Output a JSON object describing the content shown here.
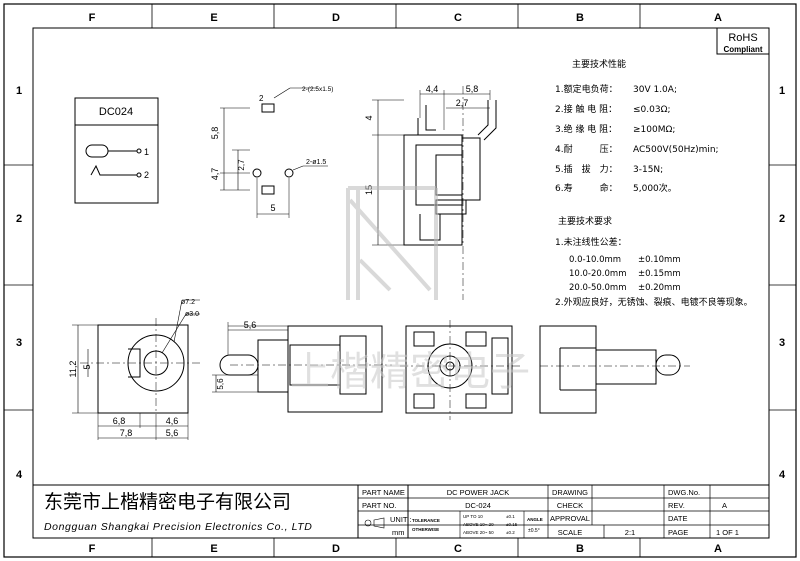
{
  "frame": {
    "zone_cols": [
      "F",
      "E",
      "D",
      "C",
      "B",
      "A"
    ],
    "zone_rows": [
      "1",
      "2",
      "3",
      "4"
    ]
  },
  "rohs": {
    "line1": "RoHS",
    "line2": "Compliant"
  },
  "model_box": {
    "label": "DC024",
    "pin1": "1",
    "pin2": "2"
  },
  "dims": {
    "top_w1": "4,4",
    "top_w2": "5,8",
    "top_w3": "2,7",
    "top_h1": "4",
    "top_h2": "15",
    "pad_note1": "2-(2.5x1.5)",
    "pad_note2": "2-ø1.5",
    "pad_num": "2",
    "pad_v1": "5,8",
    "pad_v2": "4,7",
    "pad_v3": "2,7",
    "pad_h": "5",
    "front_d1": "ø7.2",
    "front_d2": "ø3.0",
    "front_h1": "11,2",
    "front_h2": "5",
    "front_w1": "6,8",
    "front_w2": "4,6",
    "front_w3": "7,8",
    "front_w4": "5,6",
    "side_w": "5,6",
    "side_h": "5,6"
  },
  "specs": {
    "title": "主要技术性能",
    "items": [
      {
        "label": "1.额定电负荷：",
        "value": "30V 1.0A;"
      },
      {
        "label": "2.接 触 电 阻：",
        "value": "≤0.03Ω;"
      },
      {
        "label": "3.绝 缘 电 阻：",
        "value": "≥100MΩ;"
      },
      {
        "label": "4.耐　　　压：",
        "value": "AC500V(50Hz)min;"
      },
      {
        "label": "5.插　拔　力：",
        "value": "3-15N;"
      },
      {
        "label": "6.寿　　　命：",
        "value": "5,000次。"
      }
    ]
  },
  "reqs": {
    "title": "主要技术要求",
    "item1": "1.未注线性公差：",
    "tolerances": [
      {
        "range": "0.0-10.0mm",
        "tol": "±0.10mm"
      },
      {
        "range": "10.0-20.0mm",
        "tol": "±0.15mm"
      },
      {
        "range": "20.0-50.0mm",
        "tol": "±0.20mm"
      }
    ],
    "item2": "2.外观应良好，无锈蚀、裂痕、电镀不良等现象。"
  },
  "watermark": "上楷精密电子",
  "company": {
    "cn": "东莞市上楷精密电子有限公司",
    "en": "Dongguan Shangkai Precision Electronics Co., LTD"
  },
  "title_block": {
    "part_name_label": "PART NAME",
    "part_name": "DC POWER JACK",
    "part_no_label": "PART NO.",
    "part_no": "DC-024",
    "unit_label": "UNIT :",
    "unit": "mm",
    "tolerance_label": "TOLERANCE",
    "otherwise_label": "OTHERWISE",
    "tol_rows": [
      {
        "range": "UP TO 10",
        "val": "±0.1"
      },
      {
        "range": "ABOVE 10~ 20",
        "val": "±0.15"
      },
      {
        "range": "ABOVE 20~ 50",
        "val": "±0.2"
      }
    ],
    "angle_label": "ANGLE",
    "angle_val": "±0.5°",
    "drawing_label": "DRAWING",
    "check_label": "CHECK",
    "approval_label": "APPROVAL",
    "scale_label": "SCALE",
    "scale": "2:1",
    "dwg_label": "DWG.No.",
    "rev_label": "REV.",
    "rev": "A",
    "date_label": "DATE",
    "page_label": "PAGE",
    "page": "1 OF 1"
  }
}
